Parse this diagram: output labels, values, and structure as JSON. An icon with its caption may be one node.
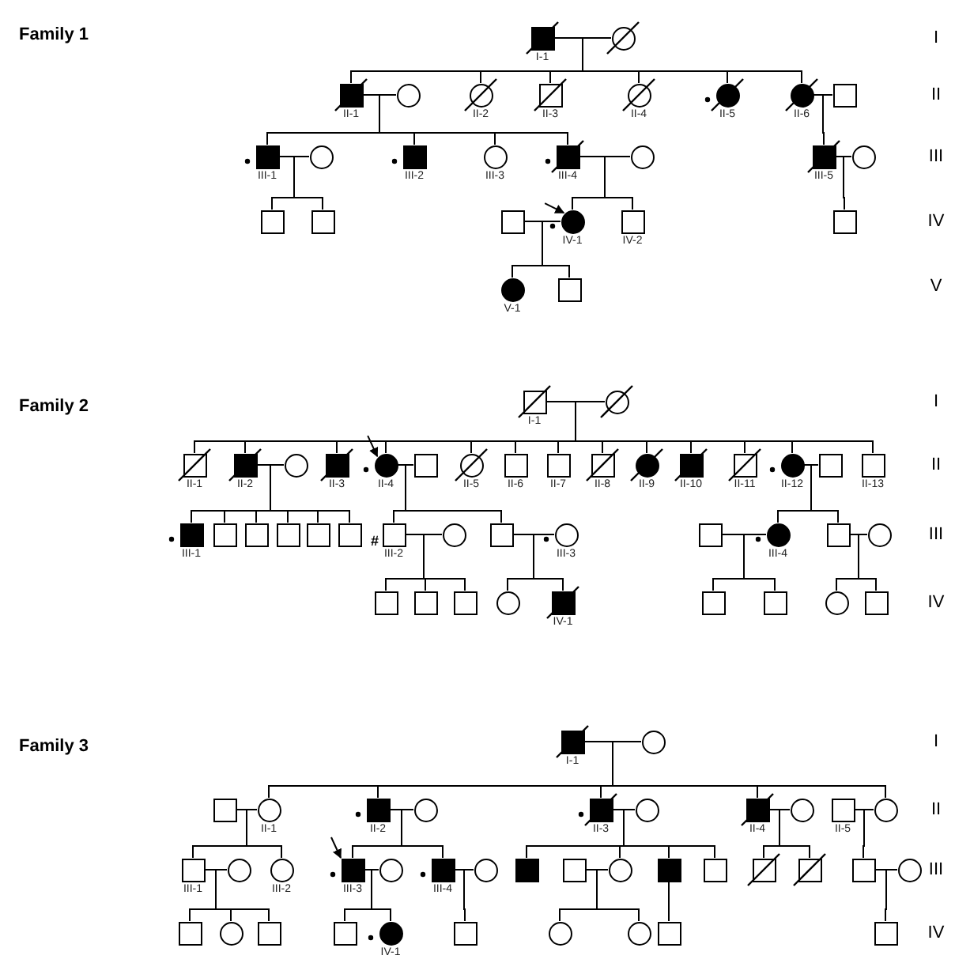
{
  "diagram": {
    "nodes": [
      {
        "text": [],
        "shape": "square",
        "beside": [
          "I-1"
        ]
      },
      {
        "text": [],
        "shape": "circle"
      },
      {
        "text": [],
        "shape": "square",
        "beside": [
          "II-1"
        ]
      },
      {
        "text": [],
        "shape": "circle"
      },
      {
        "text": [],
        "shape": "circle",
        "beside": [
          "II-2"
        ]
      },
      {
        "text": [],
        "shape": "square",
        "beside": [
          "II-3"
        ]
      },
      {
        "text": [],
        "shape": "circle",
        "beside": [
          "II-4"
        ]
      },
      {
        "text": [],
        "shape": "circle",
        "beside": [
          "II-5"
        ]
      },
      {
        "text": [],
        "shape": "circle",
        "beside": [
          "II-6"
        ]
      },
      {
        "text": [],
        "shape": "square"
      },
      {
        "text": [],
        "shape": "square",
        "beside": [
          "III-1"
        ]
      },
      {
        "text": [],
        "shape": "circle"
      },
      {
        "text": [],
        "shape": "square",
        "beside": [
          "III-2"
        ]
      },
      {
        "text": [],
        "shape": "circle",
        "beside": [
          "III-3"
        ]
      },
      {
        "text": [],
        "shape": "square",
        "beside": [
          "III-4"
        ]
      },
      {
        "text": [],
        "shape": "circle"
      },
      {
        "text": [],
        "shape": "square",
        "beside": [
          "III-5"
        ]
      },
      {
        "text": [],
        "shape": "circle"
      },
      {
        "text": [],
        "shape": "square"
      },
      {
        "text": [],
        "shape": "square"
      },
      {
        "text": [],
        "shape": "square"
      },
      {
        "text": [],
        "shape": "circle",
        "beside": [
          "IV-1"
        ]
      },
      {
        "text": [],
        "shape": "square",
        "beside": [
          "IV-2"
        ]
      },
      {
        "text": [],
        "shape": "square"
      },
      {
        "text": [],
        "shape": "circle",
        "beside": [
          "V-1"
        ]
      },
      {
        "text": [],
        "shape": "square"
      },
      {
        "text": [],
        "shape": "square",
        "beside": [
          "I-1"
        ]
      },
      {
        "text": [],
        "shape": "circle"
      },
      {
        "text": [],
        "shape": "square",
        "beside": [
          "II-1"
        ]
      },
      {
        "text": [],
        "shape": "square",
        "beside": [
          "II-2"
        ]
      },
      {
        "text": [],
        "shape": "circle"
      },
      {
        "text": [],
        "shape": "square",
        "beside": [
          "II-3"
        ]
      },
      {
        "text": [],
        "shape": "circle",
        "beside": [
          "II-4"
        ]
      },
      {
        "text": [],
        "shape": "square"
      },
      {
        "text": [],
        "shape": "circle",
        "beside": [
          "II-5"
        ]
      },
      {
        "text": [],
        "shape": "square",
        "beside": [
          "II-6"
        ]
      },
      {
        "text": [],
        "shape": "square",
        "beside": [
          "II-7"
        ]
      },
      {
        "text": [],
        "shape": "square",
        "beside": [
          "II-8"
        ]
      },
      {
        "text": [],
        "shape": "circle",
        "beside": [
          "II-9"
        ]
      },
      {
        "text": [],
        "shape": "square",
        "beside": [
          "II-10"
        ]
      },
      {
        "text": [],
        "shape": "square",
        "beside": [
          "II-11"
        ]
      },
      {
        "text": [],
        "shape": "circle",
        "beside": [
          "II-12"
        ]
      },
      {
        "text": [],
        "shape": "square"
      },
      {
        "text": [],
        "shape": "square",
        "beside": [
          "II-13"
        ]
      },
      {
        "text": [],
        "shape": "square",
        "beside": [
          "III-1"
        ]
      },
      {
        "text": [],
        "shape": "square"
      },
      {
        "text": [],
        "shape": "square"
      },
      {
        "text": [],
        "shape": "square"
      },
      {
        "text": [],
        "shape": "square"
      },
      {
        "text": [],
        "shape": "square"
      },
      {
        "text": [],
        "shape": "square",
        "beside": [
          "III-2"
        ]
      },
      {
        "text": [],
        "shape": "circle"
      },
      {
        "text": [],
        "shape": "square"
      },
      {
        "text": [],
        "shape": "circle",
        "beside": [
          "III-3"
        ]
      },
      {
        "text": [],
        "shape": "square"
      },
      {
        "text": [],
        "shape": "circle",
        "beside": [
          "III-4"
        ]
      },
      {
        "text": [],
        "shape": "square"
      },
      {
        "text": [],
        "shape": "circle"
      },
      {
        "text": [],
        "shape": "square"
      },
      {
        "text": [],
        "shape": "square"
      },
      {
        "text": [],
        "shape": "square"
      },
      {
        "text": [],
        "shape": "circle"
      },
      {
        "text": [],
        "shape": "square",
        "beside": [
          "IV-1"
        ]
      },
      {
        "text": [],
        "shape": "square"
      },
      {
        "text": [],
        "shape": "square"
      },
      {
        "text": [],
        "shape": "circle"
      },
      {
        "text": [],
        "shape": "square"
      },
      {
        "text": [],
        "shape": "square",
        "beside": [
          "I-1"
        ]
      },
      {
        "text": [],
        "shape": "circle"
      },
      {
        "text": [],
        "shape": "square"
      },
      {
        "text": [],
        "shape": "circle",
        "beside": [
          "II-1"
        ]
      },
      {
        "text": [],
        "shape": "square",
        "beside": [
          "II-2"
        ]
      },
      {
        "text": [],
        "shape": "circle"
      },
      {
        "text": [],
        "shape": "square",
        "beside": [
          "II-3"
        ]
      },
      {
        "text": [],
        "shape": "circle"
      },
      {
        "text": [],
        "shape": "square",
        "beside": [
          "II-4"
        ]
      },
      {
        "text": [],
        "shape": "circle"
      },
      {
        "text": [],
        "shape": "square",
        "beside": [
          "II-5"
        ]
      },
      {
        "text": [],
        "shape": "circle"
      },
      {
        "text": [],
        "shape": "square",
        "beside": [
          "III-1"
        ]
      },
      {
        "text": [],
        "shape": "circle"
      },
      {
        "text": [],
        "shape": "circle",
        "beside": [
          "III-2"
        ]
      },
      {
        "text": [],
        "shape": "square",
        "beside": [
          "III-3"
        ]
      },
      {
        "text": [],
        "shape": "circle"
      },
      {
        "text": [],
        "shape": "square",
        "beside": [
          "III-4"
        ]
      },
      {
        "text": [],
        "shape": "circle"
      },
      {
        "text": [],
        "shape": "square"
      },
      {
        "text": [],
        "shape": "square"
      },
      {
        "text": [],
        "shape": "circle"
      },
      {
        "text": [],
        "shape": "square"
      },
      {
        "text": [],
        "shape": "square"
      },
      {
        "text": [],
        "shape": "square"
      },
      {
        "text": [],
        "shape": "square"
      },
      {
        "text": [],
        "shape": "square"
      },
      {
        "text": [],
        "shape": "circle"
      },
      {
        "text": [],
        "shape": "square"
      },
      {
        "text": [],
        "shape": "circle"
      },
      {
        "text": [],
        "shape": "square"
      },
      {
        "text": [],
        "shape": "square"
      },
      {
        "text": [],
        "shape": "circle",
        "beside": [
          "IV-1"
        ]
      },
      {
        "text": [],
        "shape": "square"
      },
      {
        "text": [],
        "shape": "circle"
      },
      {
        "text": [],
        "shape": "circle"
      },
      {
        "text": [],
        "shape": "square"
      },
      {
        "text": [],
        "shape": "square"
      }
    ],
    "edges": [
      {
        "from": 0,
        "to": 1,
        "arrow": "none"
      },
      {
        "from": 0,
        "to": 2,
        "arrow": "none"
      },
      {
        "from": 0,
        "to": 4,
        "arrow": "none"
      },
      {
        "from": 0,
        "to": 5,
        "arrow": "none"
      },
      {
        "from": 0,
        "to": 6,
        "arrow": "none"
      },
      {
        "from": 0,
        "to": 7,
        "arrow": "none"
      },
      {
        "from": 0,
        "to": 8,
        "arrow": "none"
      },
      {
        "from": 2,
        "to": 3,
        "arrow": "none"
      },
      {
        "from": 2,
        "to": 10,
        "arrow": "none"
      },
      {
        "from": 2,
        "to": 12,
        "arrow": "none"
      },
      {
        "from": 2,
        "to": 13,
        "arrow": "none"
      },
      {
        "from": 2,
        "to": 14,
        "arrow": "none"
      },
      {
        "from": 8,
        "to": 9,
        "arrow": "none"
      },
      {
        "from": 8,
        "to": 16,
        "arrow": "none"
      },
      {
        "from": 10,
        "to": 11,
        "arrow": "none"
      },
      {
        "from": 10,
        "to": 18,
        "arrow": "none"
      },
      {
        "from": 10,
        "to": 19,
        "arrow": "none"
      },
      {
        "from": 14,
        "to": 15,
        "arrow": "none"
      },
      {
        "from": 14,
        "to": 21,
        "arrow": "none"
      },
      {
        "from": 14,
        "to": 22,
        "arrow": "none"
      },
      {
        "from": 16,
        "to": 17,
        "arrow": "none"
      },
      {
        "from": 16,
        "to": 23,
        "arrow": "none"
      },
      {
        "from": 20,
        "to": 21,
        "arrow": "none"
      },
      {
        "from": 20,
        "to": 24,
        "arrow": "none"
      },
      {
        "from": 20,
        "to": 25,
        "arrow": "none"
      },
      {
        "from": 26,
        "to": 27,
        "arrow": "none"
      },
      {
        "from": 26,
        "to": 28,
        "arrow": "none"
      },
      {
        "from": 26,
        "to": 29,
        "arrow": "none"
      },
      {
        "from": 26,
        "to": 31,
        "arrow": "none"
      },
      {
        "from": 26,
        "to": 32,
        "arrow": "none"
      },
      {
        "from": 26,
        "to": 34,
        "arrow": "none"
      },
      {
        "from": 26,
        "to": 35,
        "arrow": "none"
      },
      {
        "from": 26,
        "to": 36,
        "arrow": "none"
      },
      {
        "from": 26,
        "to": 37,
        "arrow": "none"
      },
      {
        "from": 26,
        "to": 38,
        "arrow": "none"
      },
      {
        "from": 26,
        "to": 39,
        "arrow": "none"
      },
      {
        "from": 26,
        "to": 40,
        "arrow": "none"
      },
      {
        "from": 26,
        "to": 41,
        "arrow": "none"
      },
      {
        "from": 26,
        "to": 43,
        "arrow": "none"
      },
      {
        "from": 29,
        "to": 30,
        "arrow": "none"
      },
      {
        "from": 29,
        "to": 44,
        "arrow": "none"
      },
      {
        "from": 29,
        "to": 45,
        "arrow": "none"
      },
      {
        "from": 29,
        "to": 46,
        "arrow": "none"
      },
      {
        "from": 29,
        "to": 47,
        "arrow": "none"
      },
      {
        "from": 29,
        "to": 48,
        "arrow": "none"
      },
      {
        "from": 29,
        "to": 49,
        "arrow": "none"
      },
      {
        "from": 32,
        "to": 33,
        "arrow": "none"
      },
      {
        "from": 32,
        "to": 50,
        "arrow": "none"
      },
      {
        "from": 32,
        "to": 52,
        "arrow": "none"
      },
      {
        "from": 41,
        "to": 42,
        "arrow": "none"
      },
      {
        "from": 41,
        "to": 55,
        "arrow": "none"
      },
      {
        "from": 41,
        "to": 56,
        "arrow": "none"
      },
      {
        "from": 50,
        "to": 51,
        "arrow": "none"
      },
      {
        "from": 50,
        "to": 58,
        "arrow": "none"
      },
      {
        "from": 50,
        "to": 59,
        "arrow": "none"
      },
      {
        "from": 50,
        "to": 60,
        "arrow": "none"
      },
      {
        "from": 52,
        "to": 53,
        "arrow": "none"
      },
      {
        "from": 52,
        "to": 61,
        "arrow": "none"
      },
      {
        "from": 52,
        "to": 62,
        "arrow": "none"
      },
      {
        "from": 54,
        "to": 55,
        "arrow": "none"
      },
      {
        "from": 54,
        "to": 63,
        "arrow": "none"
      },
      {
        "from": 54,
        "to": 64,
        "arrow": "none"
      },
      {
        "from": 56,
        "to": 57,
        "arrow": "none"
      },
      {
        "from": 56,
        "to": 65,
        "arrow": "none"
      },
      {
        "from": 56,
        "to": 66,
        "arrow": "none"
      },
      {
        "from": 67,
        "to": 68,
        "arrow": "none"
      },
      {
        "from": 67,
        "to": 70,
        "arrow": "none"
      },
      {
        "from": 67,
        "to": 71,
        "arrow": "none"
      },
      {
        "from": 67,
        "to": 73,
        "arrow": "none"
      },
      {
        "from": 67,
        "to": 75,
        "arrow": "none"
      },
      {
        "from": 67,
        "to": 78,
        "arrow": "none"
      },
      {
        "from": 69,
        "to": 70,
        "arrow": "none"
      },
      {
        "from": 69,
        "to": 79,
        "arrow": "none"
      },
      {
        "from": 69,
        "to": 81,
        "arrow": "none"
      },
      {
        "from": 71,
        "to": 72,
        "arrow": "none"
      },
      {
        "from": 71,
        "to": 82,
        "arrow": "none"
      },
      {
        "from": 71,
        "to": 84,
        "arrow": "none"
      },
      {
        "from": 73,
        "to": 74,
        "arrow": "none"
      },
      {
        "from": 73,
        "to": 86,
        "arrow": "none"
      },
      {
        "from": 73,
        "to": 88,
        "arrow": "none"
      },
      {
        "from": 73,
        "to": 89,
        "arrow": "none"
      },
      {
        "from": 73,
        "to": 90,
        "arrow": "none"
      },
      {
        "from": 75,
        "to": 76,
        "arrow": "none"
      },
      {
        "from": 75,
        "to": 91,
        "arrow": "none"
      },
      {
        "from": 75,
        "to": 92,
        "arrow": "none"
      },
      {
        "from": 77,
        "to": 78,
        "arrow": "none"
      },
      {
        "from": 77,
        "to": 93,
        "arrow": "none"
      },
      {
        "from": 79,
        "to": 80,
        "arrow": "none"
      },
      {
        "from": 79,
        "to": 95,
        "arrow": "none"
      },
      {
        "from": 79,
        "to": 96,
        "arrow": "none"
      },
      {
        "from": 79,
        "to": 97,
        "arrow": "none"
      },
      {
        "from": 82,
        "to": 83,
        "arrow": "none"
      },
      {
        "from": 82,
        "to": 98,
        "arrow": "none"
      },
      {
        "from": 82,
        "to": 99,
        "arrow": "none"
      },
      {
        "from": 84,
        "to": 85,
        "arrow": "none"
      },
      {
        "from": 84,
        "to": 100,
        "arrow": "none"
      },
      {
        "from": 87,
        "to": 88,
        "arrow": "none"
      },
      {
        "from": 87,
        "to": 101,
        "arrow": "none"
      },
      {
        "from": 87,
        "to": 102,
        "arrow": "none"
      },
      {
        "from": 89,
        "to": 103,
        "arrow": "none"
      },
      {
        "from": 93,
        "to": 94,
        "arrow": "none"
      },
      {
        "from": 93,
        "to": 104,
        "arrow": "none"
      },
      {
        "from": null,
        "to": 21,
        "arrow": "to"
      },
      {
        "from": null,
        "to": 32,
        "arrow": "to"
      },
      {
        "from": null,
        "to": 82,
        "arrow": "to"
      }
    ],
    "labels": [
      "Family 1",
      "I",
      "II",
      "III",
      "IV",
      "V",
      "Family 2",
      "I",
      "II",
      "#",
      "III",
      "IV",
      "Family 3",
      "I",
      "II",
      "III",
      "IV"
    ]
  }
}
